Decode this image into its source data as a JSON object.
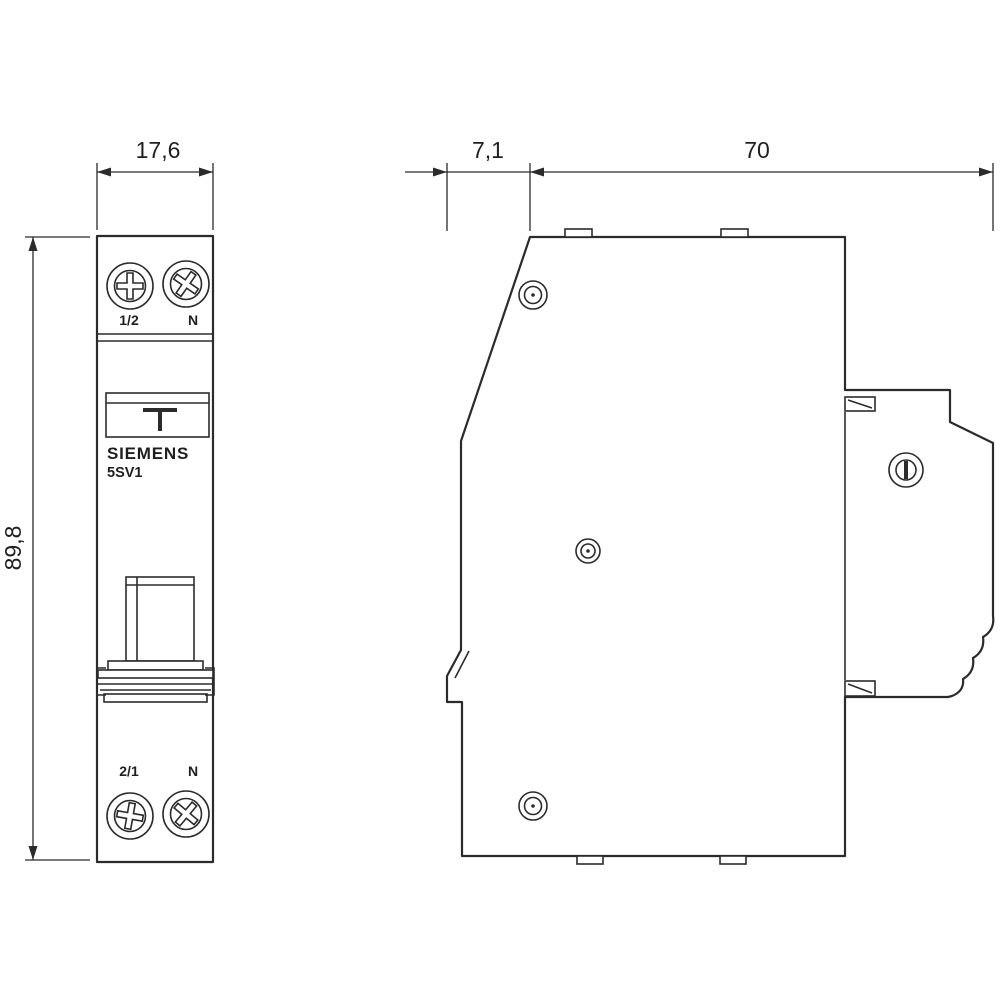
{
  "dimensions": {
    "width": "17,6",
    "height": "89,8",
    "depth_front": "7,1",
    "depth_overall": "70"
  },
  "front_view": {
    "terminal_top_left": "1/2",
    "terminal_top_right": "N",
    "brand": "SIEMENS",
    "model": "5SV1",
    "terminal_bottom_left": "2/1",
    "terminal_bottom_right": "N"
  },
  "colors": {
    "line": "#2b2b2b",
    "background": "#ffffff",
    "text": "#1f1f1f"
  }
}
